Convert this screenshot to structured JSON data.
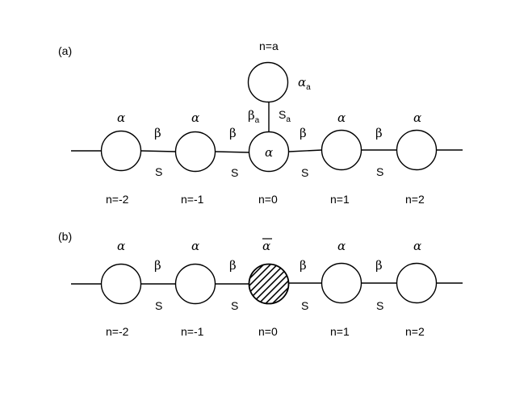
{
  "panel_a": {
    "label": "(a)",
    "site_energy": "α",
    "hopping": "β",
    "overlap": "S",
    "sites": [
      "n=-2",
      "n=-1",
      "n=0",
      "n=1",
      "n=2"
    ],
    "adatom": {
      "site": "n=a",
      "energy": "α",
      "energy_sub": "a",
      "hopping": "β",
      "hopping_sub": "a",
      "overlap": "S",
      "overlap_sub": "a"
    }
  },
  "panel_b": {
    "label": "(b)",
    "site_energy": "α",
    "impurity_energy": "α",
    "hopping": "β",
    "overlap": "S",
    "sites": [
      "n=-2",
      "n=-1",
      "n=0",
      "n=1",
      "n=2"
    ]
  }
}
